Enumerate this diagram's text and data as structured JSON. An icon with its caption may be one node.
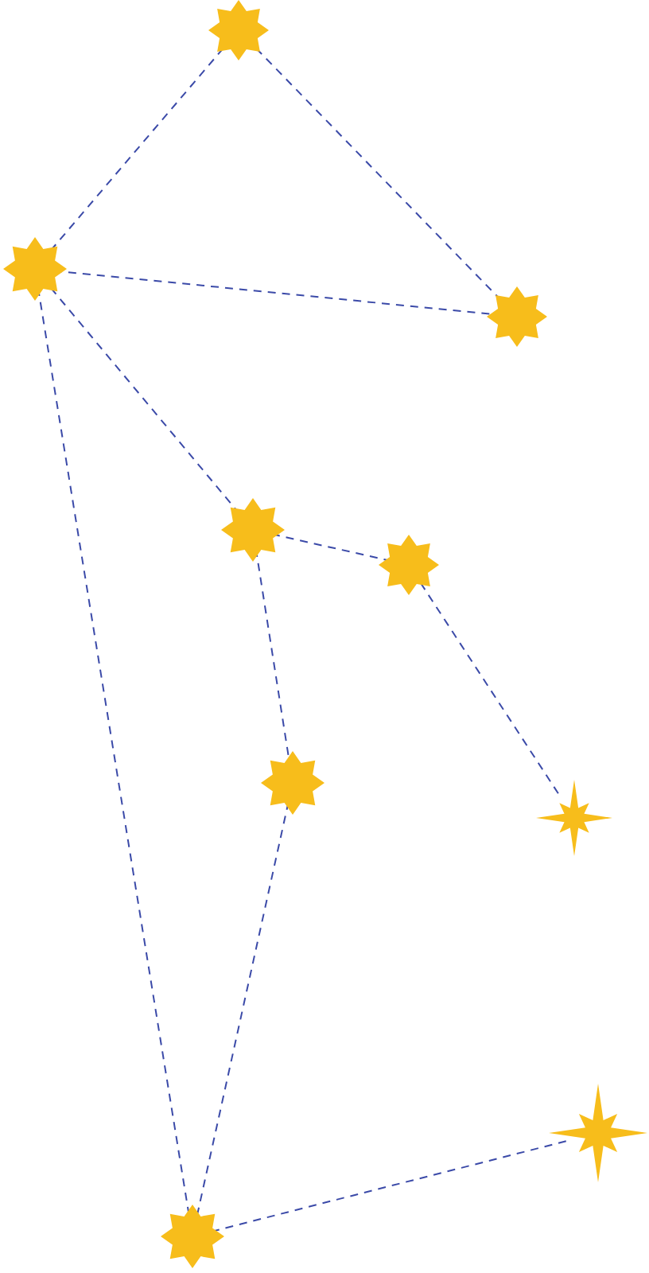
{
  "diagram": {
    "nodes": [
      {
        "text": [],
        "shape": "star"
      },
      {
        "text": [],
        "shape": "star"
      },
      {
        "text": [],
        "shape": "star"
      },
      {
        "text": [],
        "shape": "star"
      },
      {
        "text": [],
        "shape": "star"
      },
      {
        "text": [],
        "shape": "star"
      },
      {
        "text": [],
        "shape": "star"
      },
      {
        "text": [],
        "shape": "star"
      },
      {
        "text": [],
        "shape": "star"
      }
    ],
    "edges": [
      {
        "from": 0,
        "to": 1,
        "arrow": "none",
        "style": "dashed"
      },
      {
        "from": 0,
        "to": 2,
        "arrow": "none",
        "style": "dashed"
      },
      {
        "from": 1,
        "to": 2,
        "arrow": "none",
        "style": "dashed"
      },
      {
        "from": 1,
        "to": 3,
        "arrow": "none",
        "style": "dashed"
      },
      {
        "from": 3,
        "to": 4,
        "arrow": "none",
        "style": "dashed"
      },
      {
        "from": 4,
        "to": 6,
        "arrow": "none",
        "style": "dashed"
      },
      {
        "from": 3,
        "to": 5,
        "arrow": "none",
        "style": "dashed"
      },
      {
        "from": 5,
        "to": 8,
        "arrow": "none",
        "style": "dashed"
      },
      {
        "from": 1,
        "to": 8,
        "arrow": "none",
        "style": "dashed"
      },
      {
        "from": 8,
        "to": 7,
        "arrow": "none",
        "style": "dashed"
      }
    ]
  }
}
